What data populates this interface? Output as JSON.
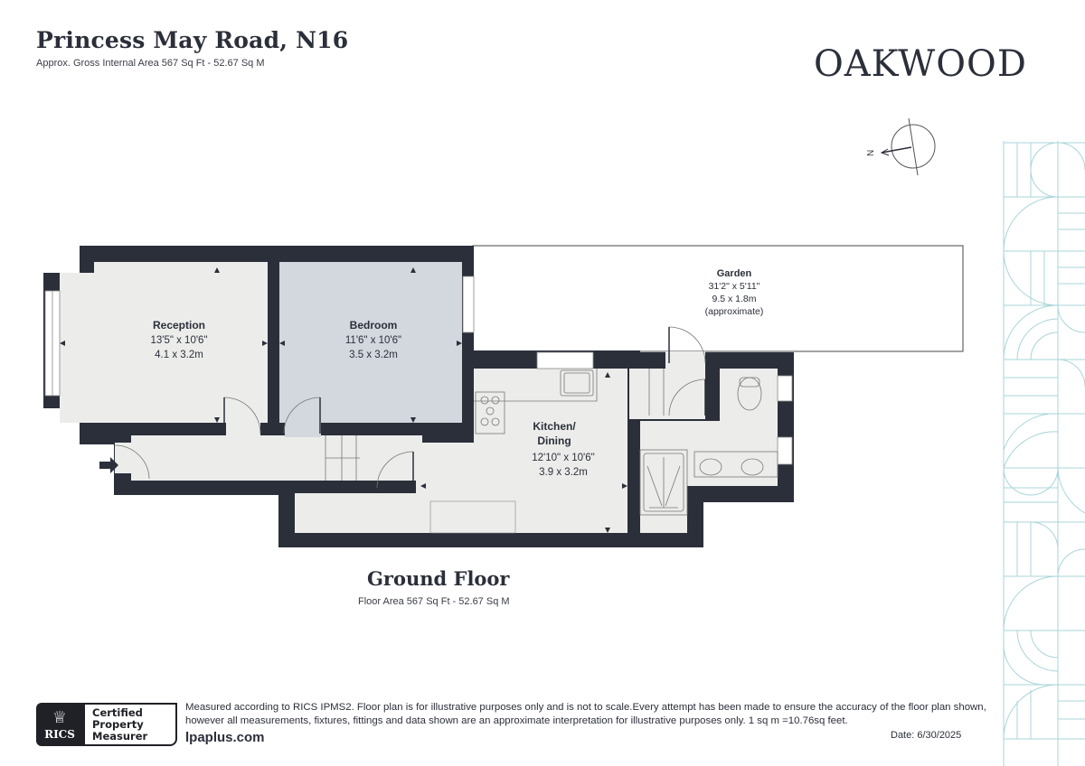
{
  "header": {
    "title": "Princess May Road, N16",
    "subtitle": "Approx. Gross Internal Area 567 Sq Ft - 52.67 Sq M",
    "brand": "OAKWOOD"
  },
  "compass": {
    "label": "N",
    "icon": "north-arrow-icon"
  },
  "rooms": [
    {
      "name": "Reception",
      "imperial": "13'5\" x 10'6\"",
      "metric": "4.1 x 3.2m"
    },
    {
      "name": "Bedroom",
      "imperial": "11'6\" x 10'6\"",
      "metric": "3.5 x 3.2m"
    },
    {
      "name": "Kitchen/",
      "name2": "Dining",
      "imperial": "12'10\" x 10'6\"",
      "metric": "3.9 x 3.2m"
    },
    {
      "name": "Garden",
      "imperial": "31'2\" x 5'11\"",
      "metric": "9.5 x 1.8m",
      "note": "(approximate)"
    }
  ],
  "floor": {
    "title": "Ground Floor",
    "area": "Floor Area 567 Sq Ft - 52.67 Sq M"
  },
  "footer": {
    "rics_logo_text": "RICS",
    "rics_badge": [
      "Certified",
      "Property",
      "Measurer"
    ],
    "disclaimer": "Measured according to RICS IPMS2. Floor plan is for illustrative purposes only and is not to scale.Every attempt has been made to ensure the accuracy of the floor plan shown, however all measurements, fixtures, fittings and data shown are an approximate interpretation for illustrative purposes only. 1 sq m =10.76sq feet.",
    "website": "lpaplus.com",
    "date": "Date: 6/30/2025"
  },
  "colors": {
    "wall": "#2b2f3a",
    "floor": "#ecedeb",
    "bedroom": "#d3d8df",
    "pattern": "#a9d4d9"
  }
}
